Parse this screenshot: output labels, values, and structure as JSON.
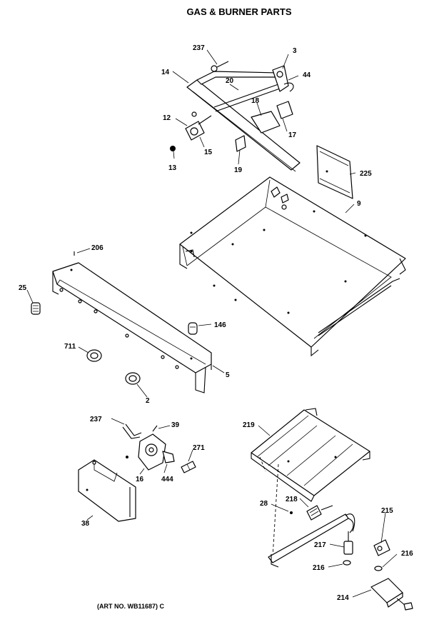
{
  "title": "GAS & BURNER PARTS",
  "art_number": "(ART NO. WB11687) C",
  "callouts": {
    "c237a": "237",
    "c3": "3",
    "c14": "14",
    "c20": "20",
    "c44": "44",
    "c18": "18",
    "c12": "12",
    "c17": "17",
    "c15": "15",
    "c13": "13",
    "c19": "19",
    "c225": "225",
    "c9": "9",
    "c206": "206",
    "c25": "25",
    "c146": "146",
    "c711": "711",
    "c5": "5",
    "c2": "2",
    "c237b": "237",
    "c39": "39",
    "c271": "271",
    "c16": "16",
    "c444": "444",
    "c38": "38",
    "c219": "219",
    "c28": "28",
    "c218": "218",
    "c215": "215",
    "c217": "217",
    "c216a": "216",
    "c216b": "216",
    "c214": "214"
  }
}
